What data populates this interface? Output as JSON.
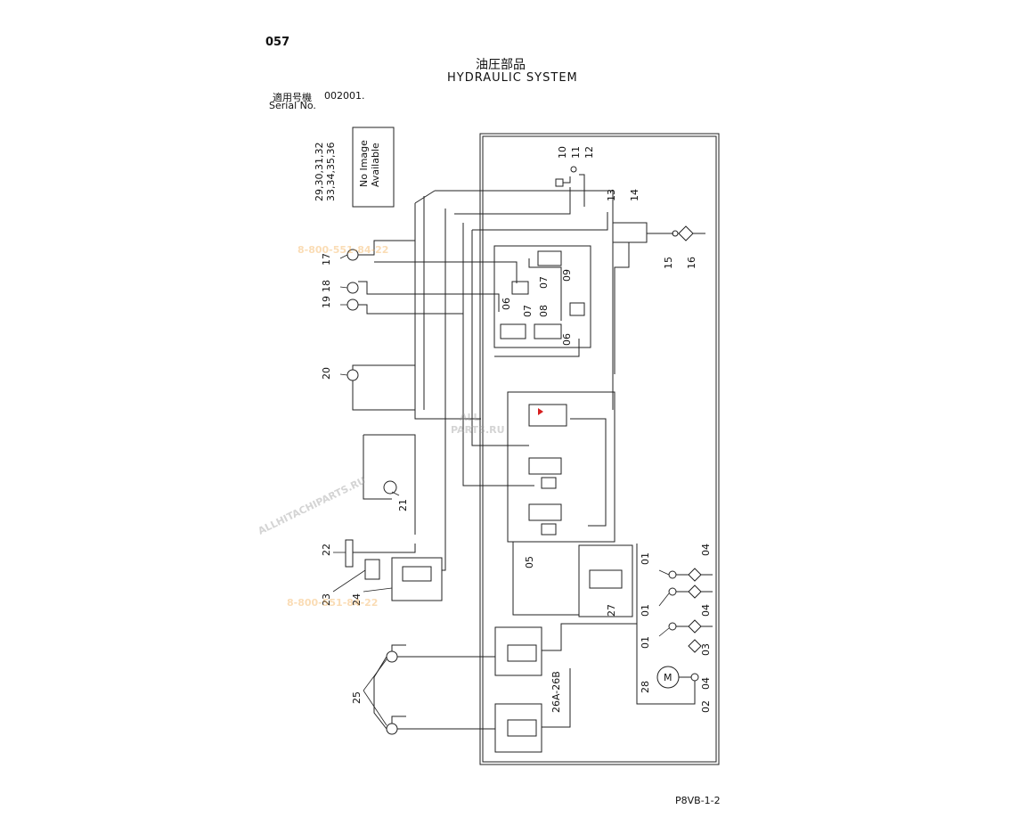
{
  "page": {
    "page_number": "057",
    "title_jp": "油圧部品",
    "title_en": "HYDRAULIC SYSTEM",
    "serial_label_jp": "適用号機",
    "serial_value": "002001.",
    "serial_label_en": "Serial No.",
    "doc_code": "P8VB-1-2"
  },
  "placeholder": {
    "line1": "No Image",
    "line2": "Available",
    "refs_line1": "29,30,31,32",
    "refs_line2": "33,34,35,36"
  },
  "callouts": {
    "c01a": "01",
    "c01b": "01",
    "c01c": "01",
    "c02": "02",
    "c03": "03",
    "c04a": "04",
    "c04b": "04",
    "c04c": "04",
    "c05": "05",
    "c06a": "06",
    "c06b": "06",
    "c07a": "07",
    "c07b": "07",
    "c08": "08",
    "c09": "09",
    "c10": "10",
    "c11": "11",
    "c12": "12",
    "c13": "13",
    "c14": "14",
    "c15": "15",
    "c16": "16",
    "c17": "17",
    "c18": "18",
    "c19": "19",
    "c20": "20",
    "c21": "21",
    "c22": "22",
    "c23": "23",
    "c24": "24",
    "c25": "25",
    "c26": "26A-26B",
    "c27": "27",
    "c28": "28",
    "motor": "M"
  },
  "watermarks": {
    "phone_top": "8-800-551-84-22",
    "phone_bottom": "8-800-551-84-22",
    "site": "ALLHITACHIPARTS.RU",
    "logo_line1": "ALL",
    "logo_line2": "PARTS.RU"
  },
  "colors": {
    "line": "#222222",
    "watermark_orange": "#f4a53f",
    "watermark_gray": "#9a9a9a",
    "accent_red": "#d61f1f"
  }
}
